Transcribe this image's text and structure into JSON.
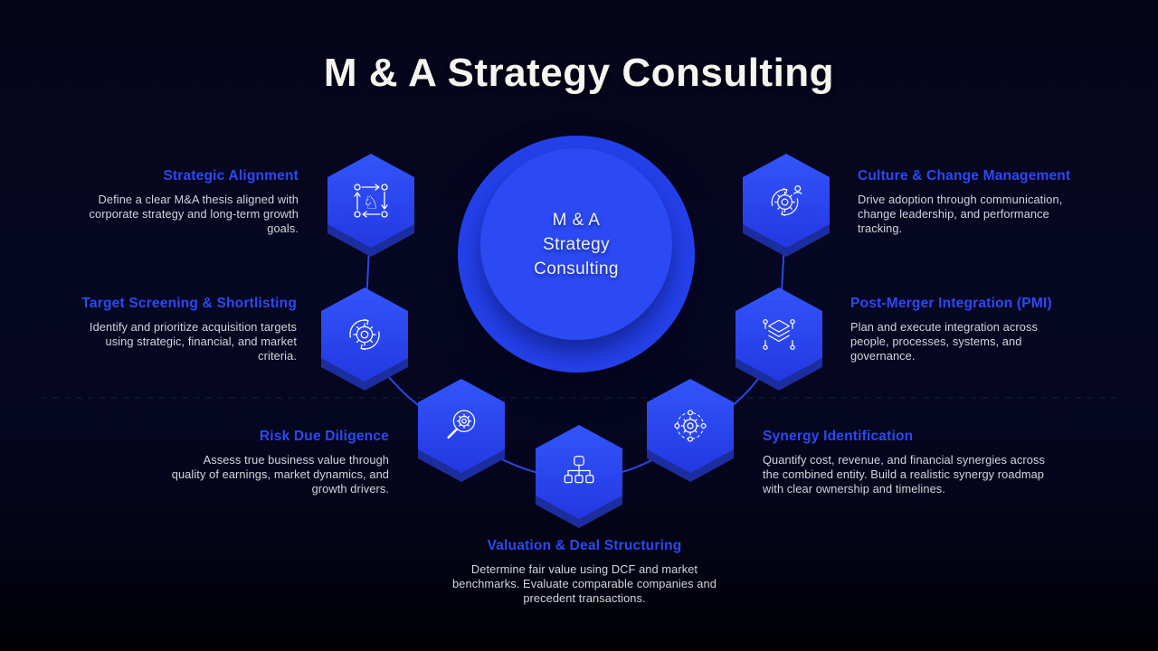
{
  "slide": {
    "title": "M & A Strategy Consulting"
  },
  "center": {
    "line1": "M & A",
    "line2": "Strategy",
    "line3": "Consulting"
  },
  "nodes": [
    {
      "id": "strategic-alignment",
      "title": "Strategic Alignment",
      "description": "Define a clear M&A thesis aligned with corporate strategy and long-term growth goals.",
      "icon": "strategy-knight-icon"
    },
    {
      "id": "target-screening",
      "title": "Target Screening & Shortlisting",
      "description": "Identify and prioritize acquisition targets using strategic, financial, and market criteria.",
      "icon": "gear-sync-icon"
    },
    {
      "id": "risk-due-diligence",
      "title": "Risk Due Diligence",
      "description": "Assess true business value through quality of earnings, market dynamics, and growth drivers.",
      "icon": "magnifier-gear-icon"
    },
    {
      "id": "valuation-deal-structuring",
      "title": "Valuation & Deal Structuring",
      "description": "Determine fair value using DCF and market benchmarks. Evaluate comparable companies and precedent transactions.",
      "icon": "org-chart-icon"
    },
    {
      "id": "synergy-identification",
      "title": "Synergy Identification",
      "description": "Quantify cost, revenue, and financial synergies across the combined entity. Build a realistic synergy roadmap with clear ownership and timelines.",
      "icon": "gear-orbit-icon"
    },
    {
      "id": "post-merger-integration",
      "title": "Post-Merger Integration (PMI)",
      "description": "Plan and execute integration across people, processes, systems, and governance.",
      "icon": "layers-circuit-icon"
    },
    {
      "id": "culture-change-management",
      "title": "Culture & Change Management",
      "description": "Drive adoption through communication, change leadership, and performance tracking.",
      "icon": "gear-person-icon"
    }
  ],
  "colors": {
    "background": "#05061e",
    "title_text": "#f6f4f0",
    "heading_accent": "#2b49f7",
    "body_text": "#d4d5dd",
    "hex_face": "#2c48f1",
    "hex_bevel": "#1c2da0",
    "circle_outer": "#2440e9",
    "circle_inner": "#2b4af3",
    "connector_line": "#2e4af0",
    "icon_stroke": "#ffffff"
  }
}
